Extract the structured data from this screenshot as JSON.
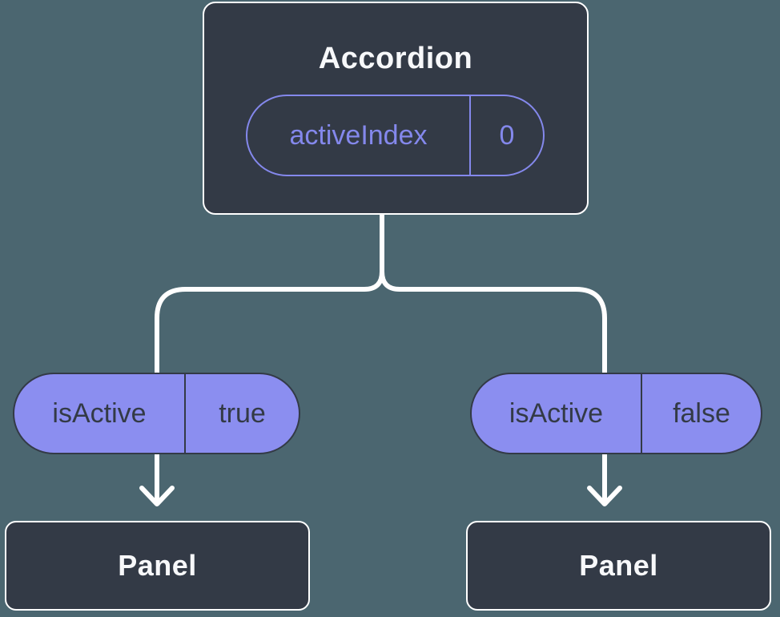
{
  "diagram": {
    "description": "React component tree diagram showing state lifted into an Accordion parent driving two Panel children",
    "root": {
      "title": "Accordion",
      "prop": {
        "name": "activeIndex",
        "value": "0"
      }
    },
    "children": [
      {
        "prop": {
          "name": "isActive",
          "value": "true"
        },
        "node_label": "Panel"
      },
      {
        "prop": {
          "name": "isActive",
          "value": "false"
        },
        "node_label": "Panel"
      }
    ]
  },
  "colors": {
    "background": "#4b6670",
    "node_dark": "#333a46",
    "node_border": "#ffffff",
    "pill_fill": "#8b8ef0",
    "pill_outline": "#8488ec",
    "pill_text_dark": "#333a46",
    "title_text": "#f7f8fa",
    "connector": "#ffffff"
  }
}
